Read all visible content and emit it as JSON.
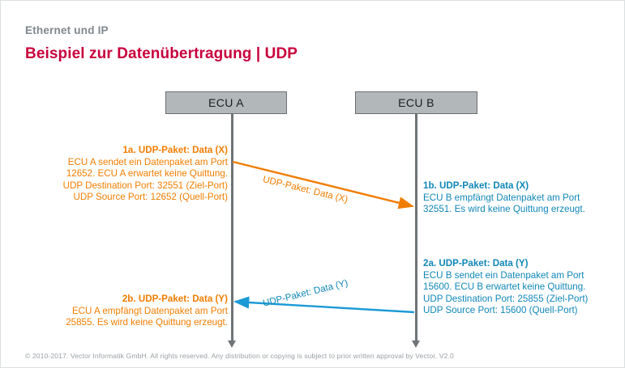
{
  "slide": {
    "kicker": "Ethernet und IP",
    "title": "Beispiel zur Datenübertragung | UDP",
    "accent_red": "#c8003c",
    "kicker_gray": "#80888e",
    "orange": "#f07d00",
    "blue": "#1087b8",
    "node_fill": "#b2b7ba",
    "lifeline_gray": "#6e7376"
  },
  "nodes": [
    {
      "id": "ecu-a",
      "label": "ECU A"
    },
    {
      "id": "ecu-b",
      "label": "ECU B"
    }
  ],
  "messages": [
    {
      "id": "msg-1",
      "label": "UDP-Paket: Data (X)",
      "color": "#f07d00",
      "direction": "a-to-b"
    },
    {
      "id": "msg-2",
      "label": "UDP-Paket: Data (Y)",
      "color": "#1087b8",
      "direction": "b-to-a"
    }
  ],
  "annotations": [
    {
      "id": "1a",
      "side": "left",
      "color": "orange",
      "heading": "1a. UDP-Paket: Data (X)",
      "lines": [
        "ECU A sendet ein Datenpaket am Port",
        "12652. ECU A erwartet keine Quittung.",
        "UDP Destination Port: 32551 (Ziel-Port)",
        "UDP Source Port: 12652 (Quell-Port)"
      ]
    },
    {
      "id": "1b",
      "side": "right",
      "color": "blue",
      "heading": "1b. UDP-Paket: Data (X)",
      "lines": [
        "ECU B empfängt Datenpaket am Port",
        "32551. Es wird keine Quittung erzeugt."
      ]
    },
    {
      "id": "2a",
      "side": "right",
      "color": "blue",
      "heading": "2a. UDP-Paket: Data (Y)",
      "lines": [
        "ECU B sendet ein Datenpaket am Port",
        "15600. ECU B erwartet keine Quittung.",
        "UDP Destination Port: 25855 (Ziel-Port)",
        "UDP Source Port: 15600 (Quell-Port)"
      ]
    },
    {
      "id": "2b",
      "side": "left",
      "color": "orange",
      "heading": "2b.  UDP-Paket: Data (Y)",
      "lines": [
        "ECU A empfängt Datenpaket am Port",
        "25855. Es wird keine Quittung erzeugt."
      ]
    }
  ],
  "footer": {
    "copyright": "© 2010-2017. Vector Informatik GmbH. All rights reserved. Any distribution or copying is subject to prior written approval by Vector. V2.0"
  }
}
